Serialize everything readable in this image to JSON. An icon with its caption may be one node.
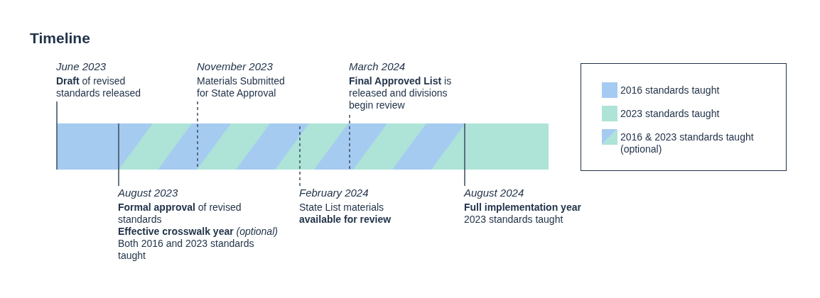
{
  "diagram": {
    "title": "Timeline",
    "nodes": [
      {
        "text": [
          "June 2023",
          "**Draft** of revised standards released"
        ]
      },
      {
        "text": [
          "November 2023",
          "Materials Submitted for State Approval"
        ]
      },
      {
        "text": [
          "March 2024",
          "**Final Approved List** is released and divisions begin review"
        ]
      },
      {
        "text": [
          "August 2023",
          "**Formal approval** of revised standards",
          "**Effective crosswalk year** *(optional)*",
          "Both 2016 and 2023 standards taught"
        ]
      },
      {
        "text": [
          "February 2024",
          "State List materials **available for review**"
        ]
      },
      {
        "text": [
          "August 2024",
          "**Full implementation year**",
          "2023 standards taught"
        ]
      },
      {
        "text": [],
        "shape": "bar"
      }
    ],
    "edges": [
      {
        "from": 0,
        "to": 6,
        "arrow": "none"
      },
      {
        "from": 1,
        "to": 6,
        "arrow": "none",
        "style": "dashed"
      },
      {
        "from": 2,
        "to": 6,
        "arrow": "none",
        "style": "dashed"
      },
      {
        "from": 3,
        "to": 6,
        "arrow": "none"
      },
      {
        "from": 4,
        "to": 6,
        "arrow": "none",
        "style": "dashed"
      },
      {
        "from": 5,
        "to": 6,
        "arrow": "none"
      }
    ],
    "legend": [
      {
        "text": "2016 standards taught",
        "color": "#a6cbf0"
      },
      {
        "text": "2023 standards taught",
        "color": "#aee3d8"
      },
      {
        "text": "2016 & 2023 standards taught (optional)"
      }
    ]
  }
}
